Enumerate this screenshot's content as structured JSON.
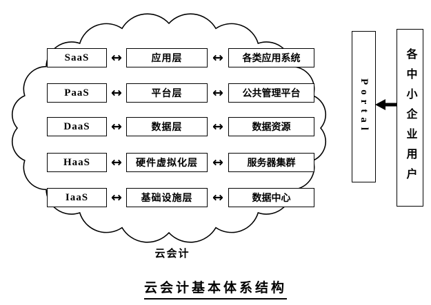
{
  "title": "云会计基本体系结构",
  "colors": {
    "ink": "#000000",
    "background": "#ffffff"
  },
  "icons": {
    "double_arrow": "↔"
  },
  "cloud": {
    "label": "云会计",
    "rows": [
      {
        "service": "SaaS",
        "layer": "应用层",
        "resource": "各类应用系统"
      },
      {
        "service": "PaaS",
        "layer": "平台层",
        "resource": "公共管理平台"
      },
      {
        "service": "DaaS",
        "layer": "数据层",
        "resource": "数据资源"
      },
      {
        "service": "HaaS",
        "layer": "硬件虚拟化层",
        "resource": "服务器集群"
      },
      {
        "service": "IaaS",
        "layer": "基础设施层",
        "resource": "数据中心"
      }
    ]
  },
  "portal": {
    "label": "Portal"
  },
  "users": {
    "label": "各中小企业用户"
  }
}
